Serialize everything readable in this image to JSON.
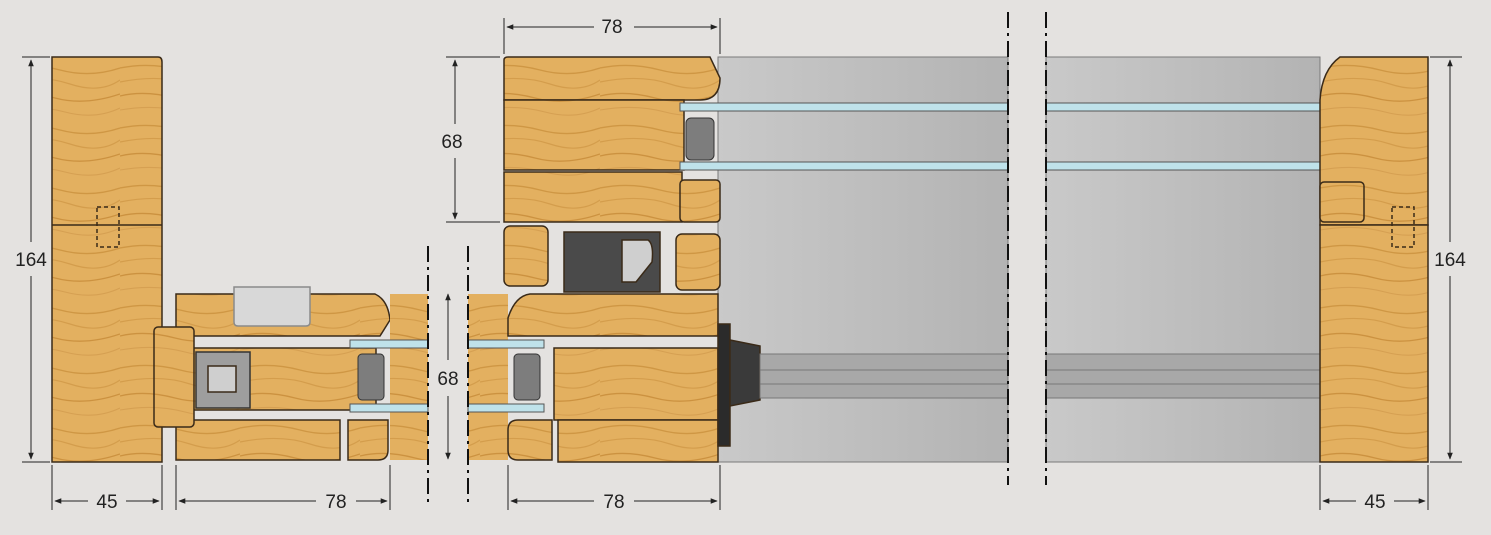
{
  "colors": {
    "background": "#e4e2e0",
    "wood": "#e3b060",
    "wood_grain": "#c98f3c",
    "wood_edge": "#3a2a18",
    "glass": "#bfe2ea",
    "spacer": "#9a9a9a",
    "aluminium": "#b6b6b6",
    "seal": "#2b2b2b",
    "line": "#222222"
  },
  "dimensions": {
    "left_frame_depth": "164",
    "right_frame_depth": "164",
    "left_frame_width": "45",
    "right_frame_width": "45",
    "sash_width_bottom_left": "78",
    "sash_width_bottom_right": "78",
    "sash_width_top": "78",
    "top_sash_depth": "68",
    "bottom_sash_depth": "68"
  },
  "icons": {
    "handle": "handle-icon",
    "break_line": "break-line-icon",
    "glazing": "insulated-glass-icon",
    "seal": "gasket-icon"
  }
}
